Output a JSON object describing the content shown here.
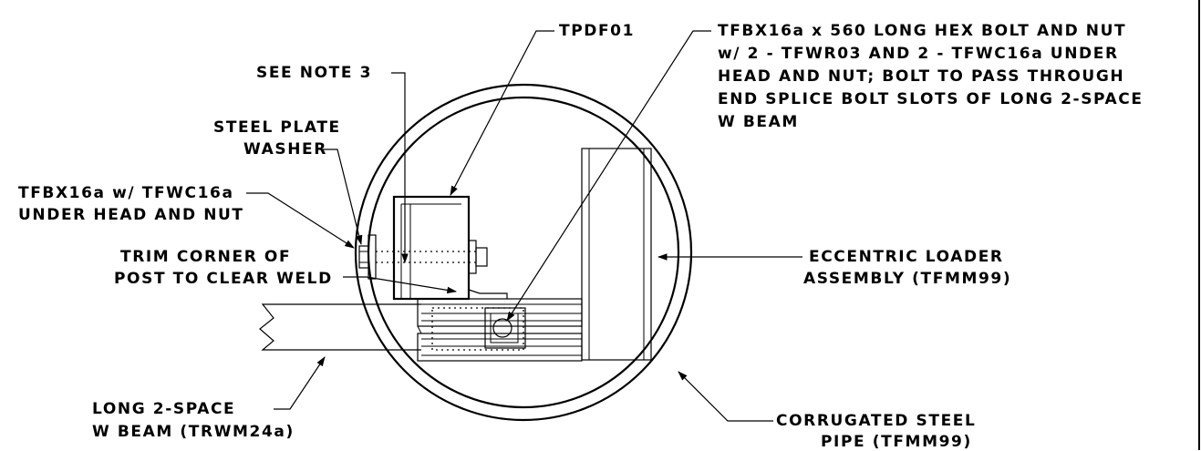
{
  "labels": {
    "tpdf01": "TPDF01",
    "see_note": "SEE NOTE 3",
    "steel_plate_1": "STEEL PLATE",
    "steel_plate_2": "WASHER",
    "tfbx_1": "TFBX16a w/ TFWC16a",
    "tfbx_2": "UNDER HEAD AND NUT",
    "trim_1": "TRIM CORNER OF",
    "trim_2": "POST TO CLEAR WELD",
    "long_beam_1": "LONG 2-SPACE",
    "long_beam_2": "W BEAM (TRWM24a)",
    "hex_bolt_1": "TFBX16a x 560 LONG HEX BOLT AND NUT",
    "hex_bolt_2": "w/ 2 - TFWR03 AND 2 - TFWC16a UNDER",
    "hex_bolt_3": "HEAD AND NUT; BOLT TO PASS THROUGH",
    "hex_bolt_4": "END SPLICE BOLT SLOTS OF LONG 2-SPACE",
    "hex_bolt_5": "W BEAM",
    "eccentric_1": "ECCENTRIC LOADER",
    "eccentric_2": "ASSEMBLY (TFMM99)",
    "corrugated_1": "CORRUGATED STEEL",
    "corrugated_2": "PIPE (TFMM99)"
  }
}
